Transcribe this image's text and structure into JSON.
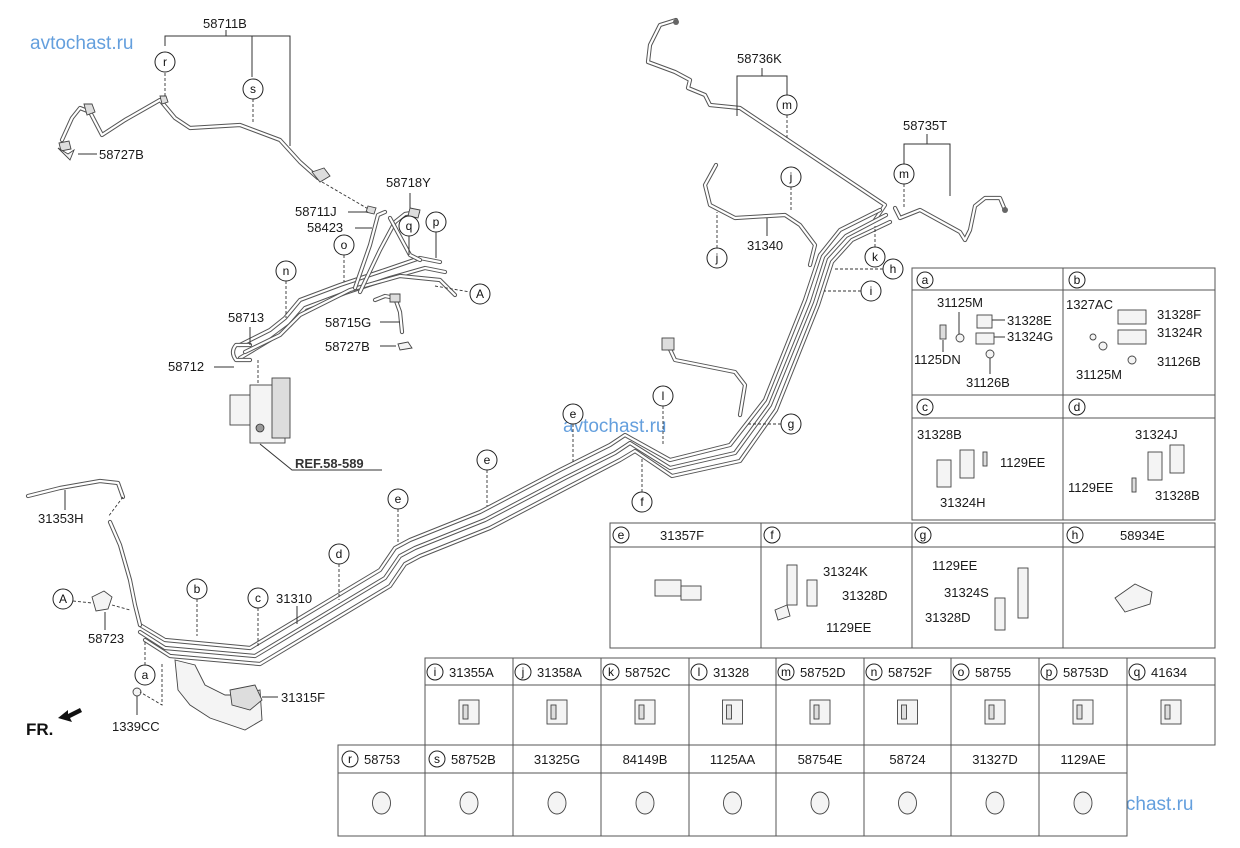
{
  "watermark": "avtochast.ru",
  "direction_label": "FR.",
  "reference_label": "REF.58-589",
  "main_diagram": {
    "part_labels": [
      {
        "id": "58711B",
        "text": "58711B"
      },
      {
        "id": "58727B-top",
        "text": "58727B"
      },
      {
        "id": "58718Y",
        "text": "58718Y"
      },
      {
        "id": "58711J",
        "text": "58711J"
      },
      {
        "id": "58423",
        "text": "58423"
      },
      {
        "id": "58713",
        "text": "58713"
      },
      {
        "id": "58715G",
        "text": "58715G"
      },
      {
        "id": "58727B-mid",
        "text": "58727B"
      },
      {
        "id": "58712",
        "text": "58712"
      },
      {
        "id": "58736K",
        "text": "58736K"
      },
      {
        "id": "58735T",
        "text": "58735T"
      },
      {
        "id": "31340",
        "text": "31340"
      },
      {
        "id": "31353H",
        "text": "31353H"
      },
      {
        "id": "31310",
        "text": "31310"
      },
      {
        "id": "58723",
        "text": "58723"
      },
      {
        "id": "1339CC",
        "text": "1339CC"
      },
      {
        "id": "31315F",
        "text": "31315F"
      }
    ],
    "callouts": [
      "r",
      "s",
      "n",
      "o",
      "q",
      "p",
      "A",
      "m",
      "m",
      "j",
      "j",
      "k",
      "h",
      "i",
      "l",
      "g",
      "e",
      "e",
      "e",
      "e",
      "f",
      "d",
      "c",
      "b",
      "a",
      "A"
    ]
  },
  "detail_boxes": [
    {
      "key": "a",
      "title": "",
      "parts": [
        "31125M",
        "31328E",
        "31324G",
        "1125DN",
        "31126B"
      ]
    },
    {
      "key": "b",
      "title": "",
      "parts": [
        "1327AC",
        "31328F",
        "31324R",
        "31126B",
        "31125M"
      ]
    },
    {
      "key": "c",
      "title": "",
      "parts": [
        "31328B",
        "1129EE",
        "31324H"
      ]
    },
    {
      "key": "d",
      "title": "",
      "parts": [
        "31324J",
        "1129EE",
        "31328B"
      ]
    },
    {
      "key": "e",
      "title": "31357F",
      "parts": []
    },
    {
      "key": "f",
      "title": "",
      "parts": [
        "31324K",
        "31328D",
        "1129EE"
      ]
    },
    {
      "key": "g",
      "title": "",
      "parts": [
        "1129EE",
        "31324S",
        "31328D"
      ]
    },
    {
      "key": "h",
      "title": "58934E",
      "parts": []
    }
  ],
  "clip_row": [
    {
      "key": "i",
      "part": "31355A"
    },
    {
      "key": "j",
      "part": "31358A"
    },
    {
      "key": "k",
      "part": "58752C"
    },
    {
      "key": "l",
      "part": "31328"
    },
    {
      "key": "m",
      "part": "58752D"
    },
    {
      "key": "n",
      "part": "58752F"
    },
    {
      "key": "o",
      "part": "58755"
    },
    {
      "key": "p",
      "part": "58753D"
    },
    {
      "key": "q",
      "part": "41634"
    }
  ],
  "bottom_row": [
    {
      "key": "r",
      "part": "58753"
    },
    {
      "key": "s",
      "part": "58752B"
    },
    {
      "key": "",
      "part": "31325G"
    },
    {
      "key": "",
      "part": "84149B"
    },
    {
      "key": "",
      "part": "1125AA"
    },
    {
      "key": "",
      "part": "58754E"
    },
    {
      "key": "",
      "part": "58724"
    },
    {
      "key": "",
      "part": "31327D"
    },
    {
      "key": "",
      "part": "1129AE"
    }
  ]
}
